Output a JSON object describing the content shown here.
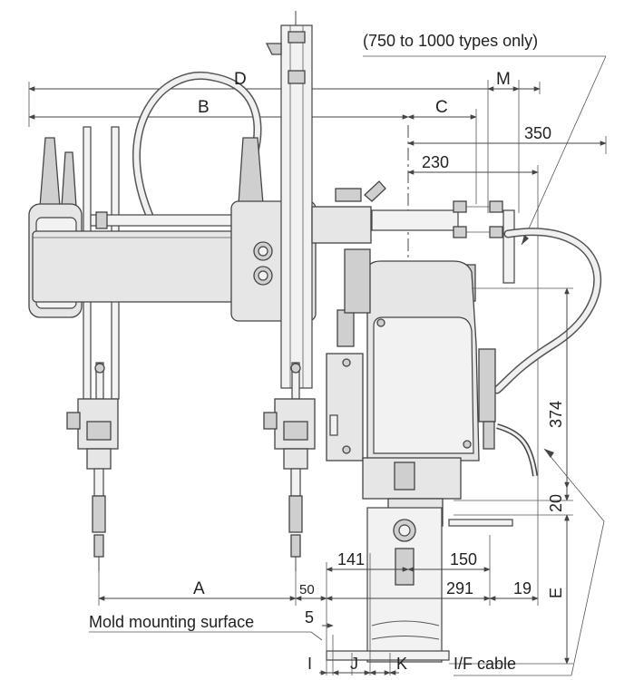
{
  "notes": {
    "types_note": "(750 to 1000 types only)",
    "mold_surface": "Mold mounting surface",
    "if_cable": "I/F cable"
  },
  "dimensions": {
    "D": "D",
    "M": "M",
    "B": "B",
    "C": "C",
    "d350": "350",
    "d230": "230",
    "d374": "374",
    "d20": "20",
    "E": "E",
    "d141": "141",
    "d150": "150",
    "A": "A",
    "d50": "50",
    "d291": "291",
    "d19": "19",
    "d5": "5",
    "I": "I",
    "J": "J",
    "K": "K"
  }
}
